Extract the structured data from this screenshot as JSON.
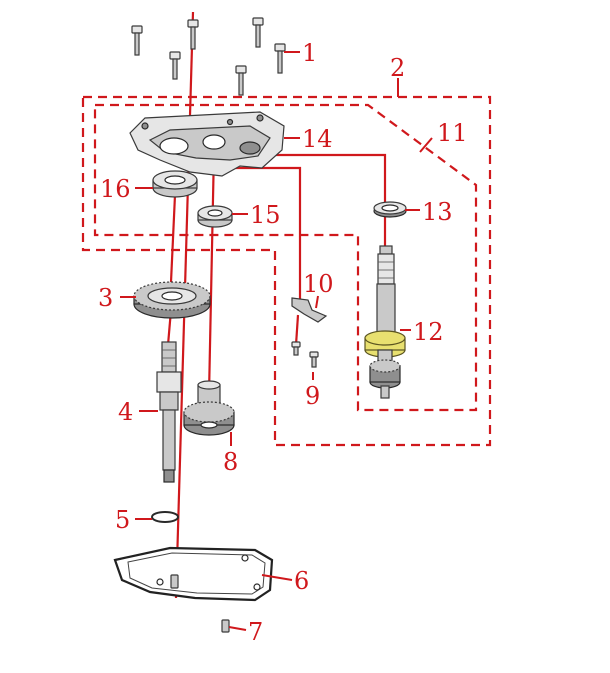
{
  "diagram": {
    "accent_color": "#d0181c",
    "assembly_group_color": "#e8e070",
    "callouts": [
      {
        "id": "c1",
        "label": "1",
        "part": "bolts"
      },
      {
        "id": "c2",
        "label": "2",
        "part": "outer-assembly-group"
      },
      {
        "id": "c3",
        "label": "3",
        "part": "driven-gear"
      },
      {
        "id": "c4",
        "label": "4",
        "part": "counter-shaft"
      },
      {
        "id": "c5",
        "label": "5",
        "part": "circlip"
      },
      {
        "id": "c6",
        "label": "6",
        "part": "gasket"
      },
      {
        "id": "c7",
        "label": "7",
        "part": "dowel-pin"
      },
      {
        "id": "c8",
        "label": "8",
        "part": "drive-gear"
      },
      {
        "id": "c9",
        "label": "9",
        "part": "screw"
      },
      {
        "id": "c10",
        "label": "10",
        "part": "plate"
      },
      {
        "id": "c11",
        "label": "11",
        "part": "inner-assembly-group"
      },
      {
        "id": "c12",
        "label": "12",
        "part": "final-shaft"
      },
      {
        "id": "c13",
        "label": "13",
        "part": "oil-seal"
      },
      {
        "id": "c14",
        "label": "14",
        "part": "transmission-cover"
      },
      {
        "id": "c15",
        "label": "15",
        "part": "bearing-small"
      },
      {
        "id": "c16",
        "label": "16",
        "part": "bearing-large"
      }
    ]
  }
}
